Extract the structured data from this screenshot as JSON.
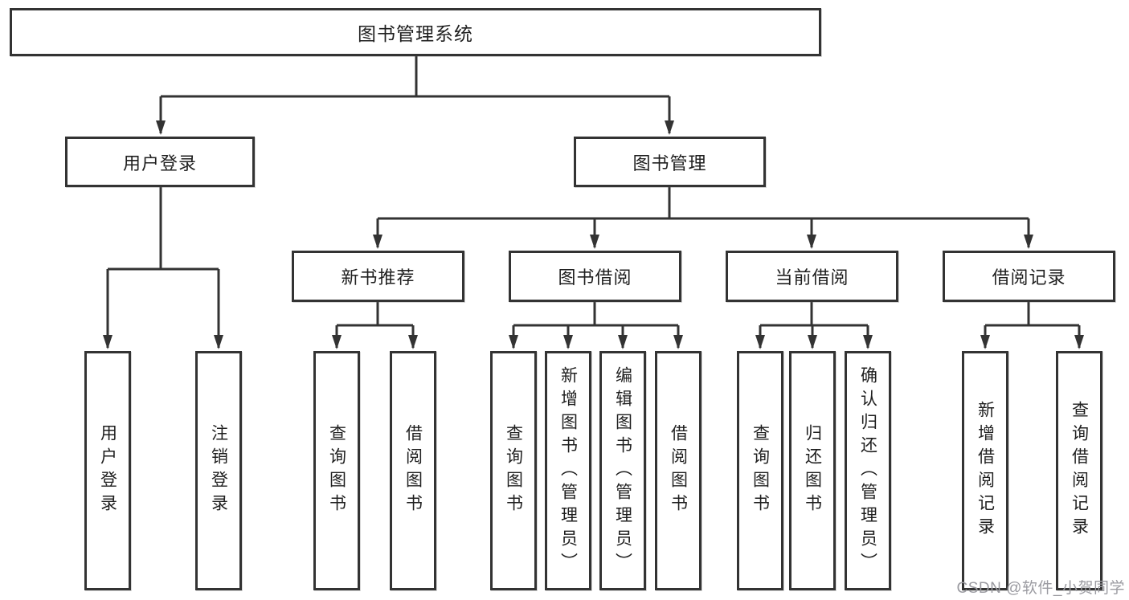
{
  "tree": {
    "label": "图书管理系统",
    "children": [
      {
        "label": "用户登录",
        "children": [
          {
            "label": "用户登录"
          },
          {
            "label": "注销登录"
          }
        ]
      },
      {
        "label": "图书管理",
        "children": [
          {
            "label": "新书推荐",
            "children": [
              {
                "label": "查询图书"
              },
              {
                "label": "借阅图书"
              }
            ]
          },
          {
            "label": "图书借阅",
            "children": [
              {
                "label": "查询图书"
              },
              {
                "label": "新增图书（管理员）"
              },
              {
                "label": "编辑图书（管理员）"
              },
              {
                "label": "借阅图书"
              }
            ]
          },
          {
            "label": "当前借阅",
            "children": [
              {
                "label": "查询图书"
              },
              {
                "label": "归还图书"
              },
              {
                "label": "确认归还（管理员）"
              }
            ]
          },
          {
            "label": "借阅记录",
            "children": [
              {
                "label": "新增借阅记录"
              },
              {
                "label": "查询借阅记录"
              }
            ]
          }
        ]
      }
    ]
  },
  "watermark": "CSDN @软件_小贺同学",
  "colors": {
    "line": "#333333",
    "box_border": "#333333",
    "box_fill": "#ffffff",
    "text": "#1f1f1f",
    "watermark_text": "#9b9ba1"
  }
}
